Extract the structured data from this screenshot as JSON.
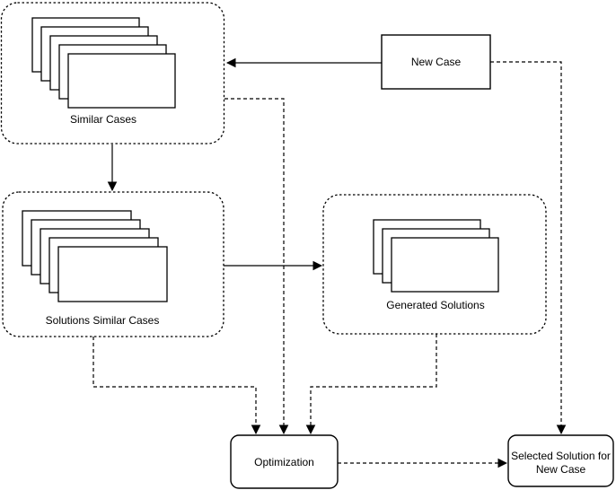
{
  "diagram": {
    "colors": {
      "background": "#ffffff",
      "stroke": "#000000",
      "text": "#000000",
      "shape_fill": "#ffffff"
    },
    "nodes": {
      "similar_cases": {
        "label": "Similar Cases",
        "type": "dashed-group",
        "stack_count": 5
      },
      "new_case": {
        "label": "New Case",
        "type": "rectangle"
      },
      "solutions_similar_cases": {
        "label": "Solutions Similar Cases",
        "type": "dashed-group",
        "stack_count": 5
      },
      "generated_solutions": {
        "label": "Generated Solutions",
        "type": "dashed-group",
        "stack_count": 3
      },
      "optimization": {
        "label": "Optimization",
        "type": "rounded-rectangle"
      },
      "selected_solution": {
        "label": "Selected Solution for New Case",
        "lines": [
          "Selected Solution for",
          "New Case"
        ],
        "type": "rounded-rectangle"
      }
    },
    "edges": [
      {
        "from": "new_case",
        "to": "similar_cases",
        "style": "solid",
        "arrow": "left"
      },
      {
        "from": "similar_cases",
        "to": "solutions_similar_cases",
        "style": "solid",
        "arrow": "down"
      },
      {
        "from": "solutions_similar_cases",
        "to": "generated_solutions",
        "style": "solid",
        "arrow": "right"
      },
      {
        "from": "similar_cases",
        "to": "optimization",
        "style": "dashed",
        "arrow": "down"
      },
      {
        "from": "solutions_similar_cases",
        "to": "optimization",
        "style": "dashed",
        "arrow": "down"
      },
      {
        "from": "generated_solutions",
        "to": "optimization",
        "style": "dashed",
        "arrow": "down"
      },
      {
        "from": "new_case",
        "to": "selected_solution",
        "style": "dashed",
        "arrow": "down"
      },
      {
        "from": "optimization",
        "to": "selected_solution",
        "style": "dashed",
        "arrow": "right"
      }
    ]
  }
}
